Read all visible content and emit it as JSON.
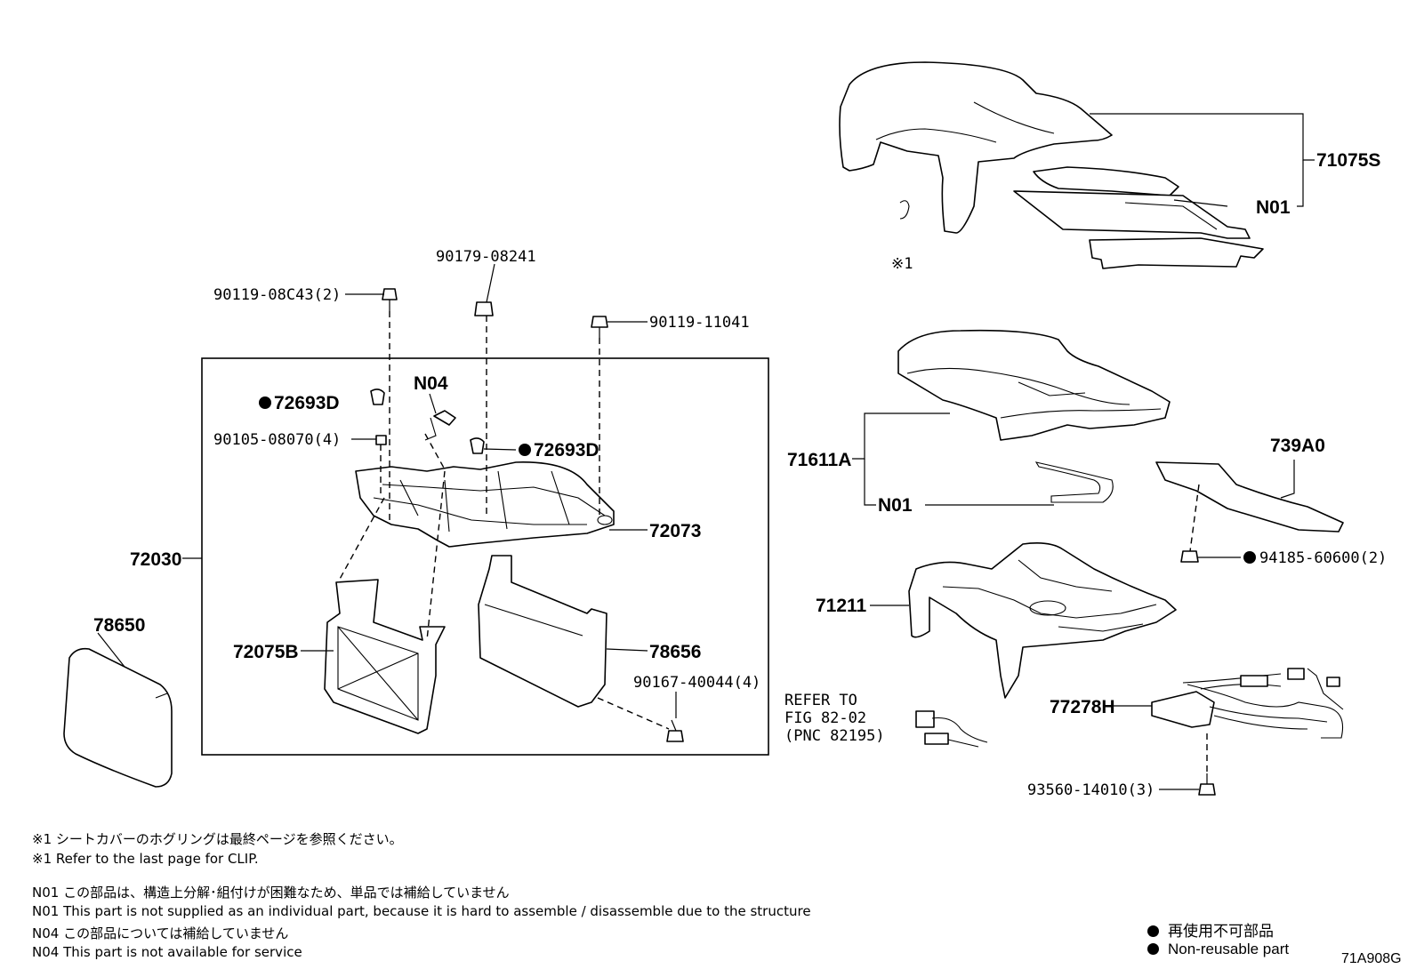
{
  "parts": {
    "p71075S": "71075S",
    "n01_cover": "N01",
    "clip_mark": "※1",
    "p90179": "90179-08241",
    "p90119_08C43": "90119-08C43(2)",
    "p90119_11041": "90119-11041",
    "p72693D_a": "72693D",
    "n04": "N04",
    "p90105": "90105-08070(4)",
    "p72693D_b": "72693D",
    "p72073": "72073",
    "p72030": "72030",
    "p78650": "78650",
    "p72075B": "72075B",
    "p78656": "78656",
    "p90167": "90167-40044(4)",
    "p71611A": "71611A",
    "n01_cushion": "N01",
    "p739A0": "739A0",
    "p94185": "94185-60600(2)",
    "p71211": "71211",
    "p77278H": "77278H",
    "p93560": "93560-14010(3)",
    "refer_line1": "REFER TO",
    "refer_line2": "FIG 82-02",
    "refer_line3": "(PNC 82195)"
  },
  "notes": {
    "note1_jp": "※1  シートカバーのホグリングは最終ページを参照ください。",
    "note1_en": "※1  Refer to the last page for CLIP.",
    "n01_jp": "N01  この部品は、構造上分解･組付けが困難なため、単品では補給していません",
    "n01_en": "N01  This part is not supplied as an individual part, because it is hard to assemble / disassemble due to the structure",
    "n04_jp": "N04  この部品については補給していません",
    "n04_en": "N04  This part is not available for service"
  },
  "legend": {
    "jp": "再使用不可部品",
    "en": "Non-reusable part"
  },
  "figure_code": "71A908G"
}
